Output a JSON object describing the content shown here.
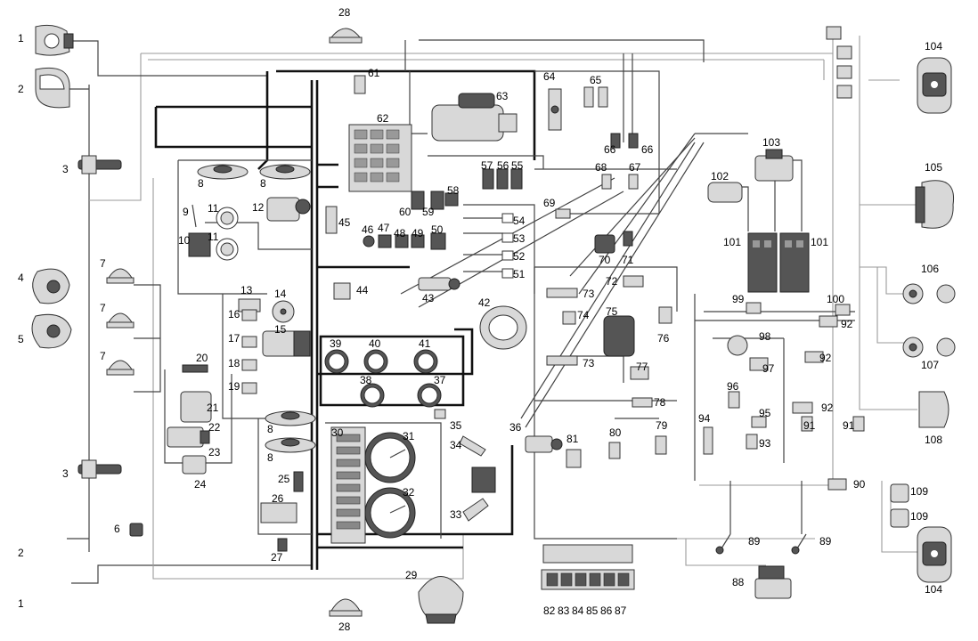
{
  "labels": {
    "l1a": "1",
    "l1b": "1",
    "l2a": "2",
    "l2b": "2",
    "l3a": "3",
    "l3b": "3",
    "l4": "4",
    "l5": "5",
    "l6": "6",
    "l7a": "7",
    "l7b": "7",
    "l7c": "7",
    "l8a": "8",
    "l8b": "8",
    "l8c": "8",
    "l8d": "8",
    "l9": "9",
    "l10": "10",
    "l11a": "11",
    "l11b": "11",
    "l12": "12",
    "l13": "13",
    "l14": "14",
    "l15": "15",
    "l16": "16",
    "l17": "17",
    "l18": "18",
    "l19": "19",
    "l20": "20",
    "l21": "21",
    "l22": "22",
    "l23": "23",
    "l24": "24",
    "l25": "25",
    "l26": "26",
    "l27": "27",
    "l28a": "28",
    "l28b": "28",
    "l29": "29",
    "l30": "30",
    "l31": "31",
    "l32": "32",
    "l33": "33",
    "l34": "34",
    "l35": "35",
    "l36": "36",
    "l37": "37",
    "l38": "38",
    "l39": "39",
    "l40": "40",
    "l41": "41",
    "l42": "42",
    "l43": "43",
    "l44": "44",
    "l45": "45",
    "l46": "46",
    "l47": "47",
    "l48": "48",
    "l49": "49",
    "l50": "50",
    "l51": "51",
    "l52": "52",
    "l53": "53",
    "l54": "54",
    "l55": "55",
    "l56": "56",
    "l57": "57",
    "l58": "58",
    "l59": "59",
    "l60": "60",
    "l61": "61",
    "l62": "62",
    "l63": "63",
    "l64": "64",
    "l65": "65",
    "l66a": "66",
    "l66b": "66",
    "l67": "67",
    "l68": "68",
    "l69": "69",
    "l70": "70",
    "l71": "71",
    "l72": "72",
    "l73a": "73",
    "l73b": "73",
    "l74": "74",
    "l75": "75",
    "l76": "76",
    "l77": "77",
    "l78": "78",
    "l79": "79",
    "l80": "80",
    "l81": "81",
    "l82": "82",
    "l83": "83",
    "l84": "84",
    "l85": "85",
    "l86": "86",
    "l87": "87",
    "l88": "88",
    "l89a": "89",
    "l89b": "89",
    "l90": "90",
    "l91a": "91",
    "l91b": "91",
    "l92a": "92",
    "l92b": "92",
    "l92c": "92",
    "l93": "93",
    "l94": "94",
    "l95": "95",
    "l96": "96",
    "l97": "97",
    "l98": "98",
    "l99": "99",
    "l100": "100",
    "l101a": "101",
    "l101b": "101",
    "l102": "102",
    "l103": "103",
    "l104a": "104",
    "l104b": "104",
    "l105": "105",
    "l106": "106",
    "l107": "107",
    "l108": "108",
    "l109a": "109",
    "l109b": "109"
  },
  "colors": {
    "harness_main": "#111111",
    "harness_thin": "#444444",
    "harness_light": "#9a9a9a",
    "component_fill": "#d8d8d8",
    "component_dark": "#555555"
  }
}
